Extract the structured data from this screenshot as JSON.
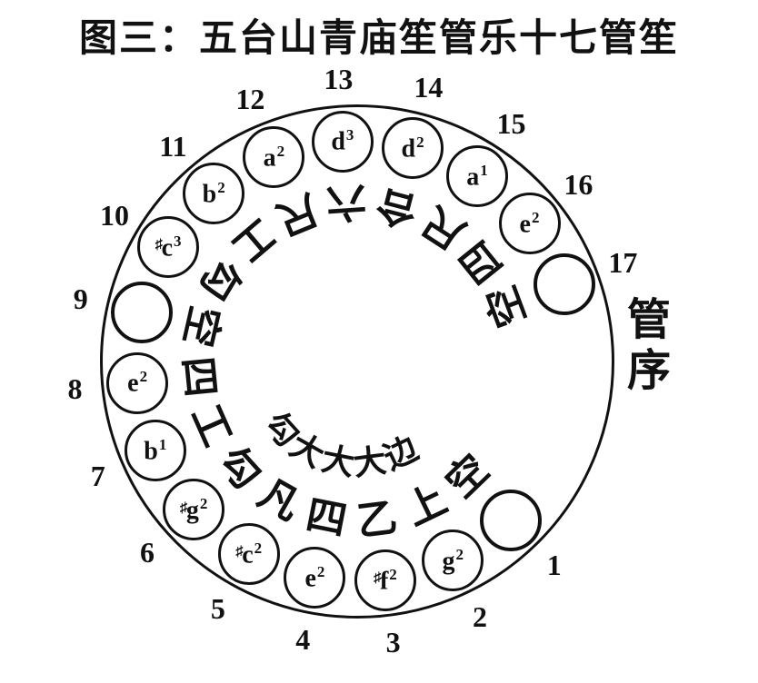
{
  "title": "图三：五台山青庙笙管乐十七管笙",
  "side_label": "管序",
  "colors": {
    "ink": "#111111",
    "background": "#ffffff"
  },
  "diagram": {
    "description": "17 pipe circles arranged clockwise inside a large circle; pipes 1, 9 and 17 are empty (mute); gongche notation characters are rotated to face the center",
    "pipes": [
      {
        "num": "1",
        "note": null,
        "gongche": "空"
      },
      {
        "num": "2",
        "note": {
          "accidental": "",
          "letter": "g",
          "octave": "2"
        },
        "gongche": "上"
      },
      {
        "num": "3",
        "note": {
          "accidental": "♯",
          "letter": "f",
          "octave": "2"
        },
        "gongche": "乙"
      },
      {
        "num": "4",
        "note": {
          "accidental": "",
          "letter": "e",
          "octave": "2"
        },
        "gongche": "四"
      },
      {
        "num": "5",
        "note": {
          "accidental": "♯",
          "letter": "c",
          "octave": "2"
        },
        "gongche": "凡"
      },
      {
        "num": "6",
        "note": {
          "accidental": "♯",
          "letter": "g",
          "octave": "2"
        },
        "gongche": "勾"
      },
      {
        "num": "7",
        "note": {
          "accidental": "",
          "letter": "b",
          "octave": "1"
        },
        "gongche": "工"
      },
      {
        "num": "8",
        "note": {
          "accidental": "",
          "letter": "e",
          "octave": "2"
        },
        "gongche": "四"
      },
      {
        "num": "9",
        "note": null,
        "gongche": "空"
      },
      {
        "num": "10",
        "note": {
          "accidental": "♯",
          "letter": "c",
          "octave": "3"
        },
        "gongche": "勾"
      },
      {
        "num": "11",
        "note": {
          "accidental": "",
          "letter": "b",
          "octave": "2"
        },
        "gongche": "工"
      },
      {
        "num": "12",
        "note": {
          "accidental": "",
          "letter": "a",
          "octave": "2"
        },
        "gongche": "尺"
      },
      {
        "num": "13",
        "note": {
          "accidental": "",
          "letter": "d",
          "octave": "3"
        },
        "gongche": "六"
      },
      {
        "num": "14",
        "note": {
          "accidental": "",
          "letter": "d",
          "octave": "2"
        },
        "gongche": "合"
      },
      {
        "num": "15",
        "note": {
          "accidental": "",
          "letter": "a",
          "octave": "1"
        },
        "gongche": "尺"
      },
      {
        "num": "16",
        "note": {
          "accidental": "",
          "letter": "e",
          "octave": "2"
        },
        "gongche": "四"
      },
      {
        "num": "17",
        "note": null,
        "gongche": "空"
      }
    ],
    "inner_chars": [
      {
        "pipe": 2,
        "char": "边"
      },
      {
        "pipe": 3,
        "char": "大"
      },
      {
        "pipe": 4,
        "char": "大"
      },
      {
        "pipe": 5,
        "char": "大"
      },
      {
        "pipe": 6,
        "char": "勾"
      }
    ]
  }
}
